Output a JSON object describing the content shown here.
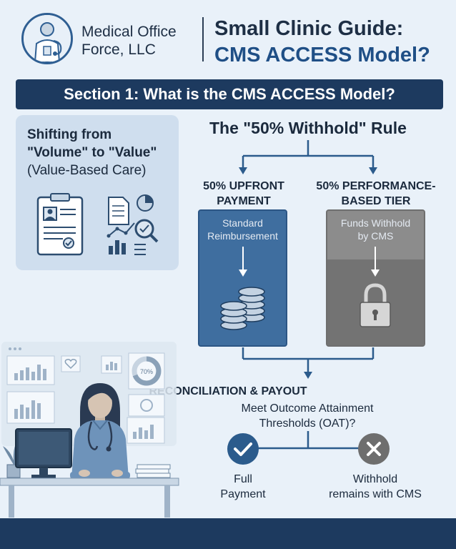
{
  "header": {
    "brand_line1": "Medical Office",
    "brand_line2": "Force, LLC",
    "title_line1": "Small Clinic Guide:",
    "title_line2": "CMS ACCESS Model?"
  },
  "banner": {
    "text": "Section 1: What is the CMS ACCESS Model?"
  },
  "left_card": {
    "line1": "Shifting from",
    "line2": "\"Volume\" to \"Value\"",
    "line3": "(Value-Based Care)"
  },
  "rule": {
    "title": "The \"50% Withhold\" Rule",
    "left": {
      "label_line1": "50% UPFRONT",
      "label_line2": "PAYMENT",
      "box_line1": "Standard",
      "box_line2": "Reimbursement"
    },
    "right": {
      "label_line1": "50% PERFORMANCE-",
      "label_line2": "BASED TIER",
      "box_line1": "Funds Withhold",
      "box_line2": "by CMS"
    }
  },
  "reconciliation": {
    "title": "RECONCILIATION & PAYOUT",
    "sub_line1": "Meet Outcome Attainment",
    "sub_line2": "Thresholds (OAT)?",
    "yes_line1": "Full",
    "yes_line2": "Payment",
    "no_line1": "Withhold",
    "no_line2": "remains with CMS"
  },
  "illustration": {
    "chart_badge": "70%"
  },
  "colors": {
    "navy": "#1d3a5f",
    "blue": "#3f6e9f",
    "gray": "#8c8c8c",
    "background": "#e9f1f9",
    "check": "#2b5b8c",
    "cross": "#6e6e6e"
  }
}
